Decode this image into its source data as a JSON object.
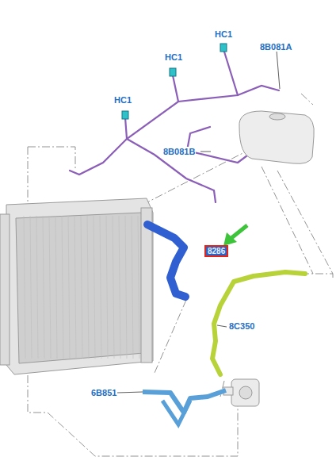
{
  "diagram": {
    "nodes": [
      {
        "text": [
          "8286"
        ]
      }
    ],
    "labels": [
      "HC1",
      "HC1",
      "HC1",
      "8B081A",
      "8B081B",
      "8C350",
      "6B851"
    ]
  }
}
